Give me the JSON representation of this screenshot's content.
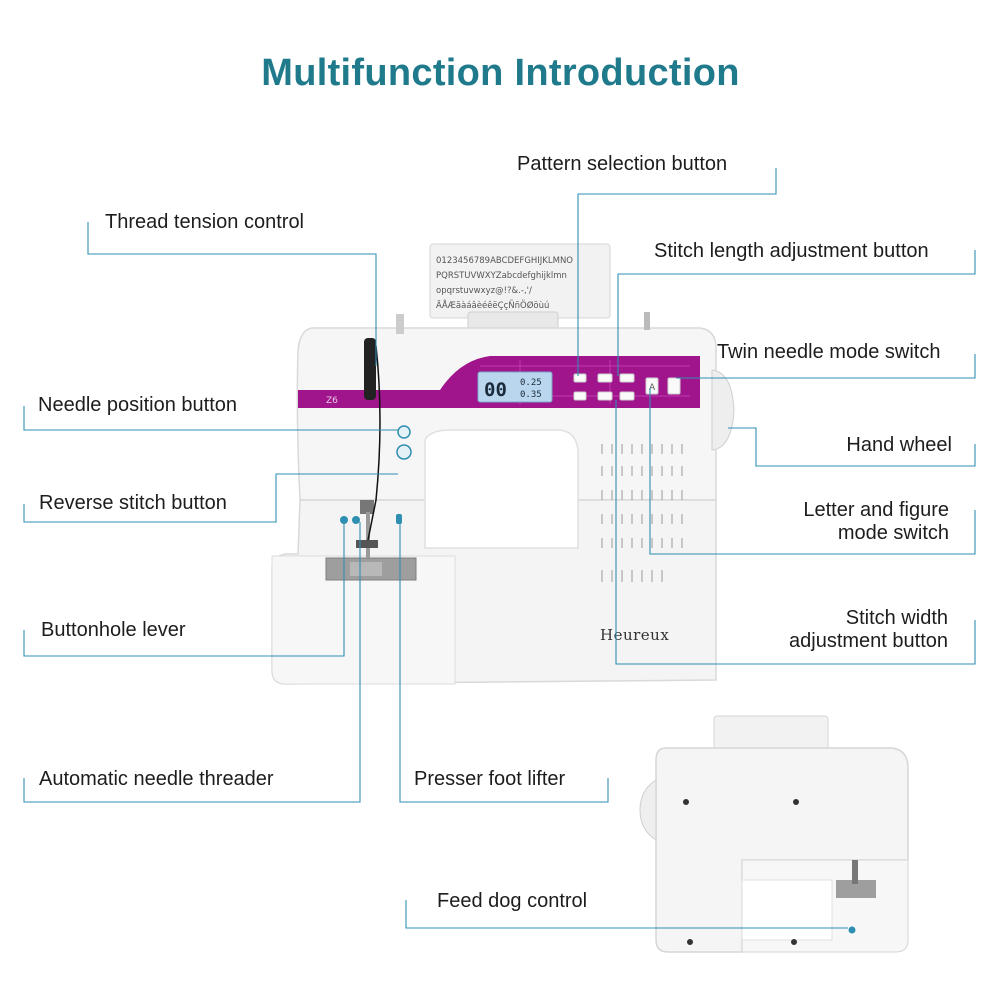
{
  "title": "Multifunction Introduction",
  "colors": {
    "title": "#1f7a8c",
    "leader": "#2f8fb0",
    "accent_purple": "#a0148c",
    "body_white": "#f4f4f4",
    "lcd": "#b9d6ee"
  },
  "labels": {
    "pattern_selection": "Pattern selection button",
    "thread_tension": "Thread tension control",
    "stitch_length": "Stitch length adjustment button",
    "twin_needle": "Twin needle mode switch",
    "needle_position": "Needle position button",
    "hand_wheel": "Hand wheel",
    "reverse_stitch": "Reverse stitch button",
    "letter_figure_line1": "Letter and figure",
    "letter_figure_line2": "mode switch",
    "stitch_width_line1": "Stitch width",
    "stitch_width_line2": "adjustment button",
    "buttonhole_lever": "Buttonhole lever",
    "auto_threader": "Automatic needle threader",
    "presser_foot": "Presser foot lifter",
    "feed_dog": "Feed dog control"
  },
  "machine": {
    "brand": "Heureux",
    "model": "Z6",
    "lcd_pattern": "00",
    "lcd_length": "0.25",
    "lcd_width": "0.35",
    "chart_row1": "0123456789ABCDEFGHIJKLMNO",
    "chart_row2": "PQRSTUVWXYZabcdefghijklmn",
    "chart_row3": "opqrstuvwxyz@!?&.-,'/",
    "chart_row4": "ÄÅÆãàáâèéêëÇçÑñÖØöùú"
  }
}
